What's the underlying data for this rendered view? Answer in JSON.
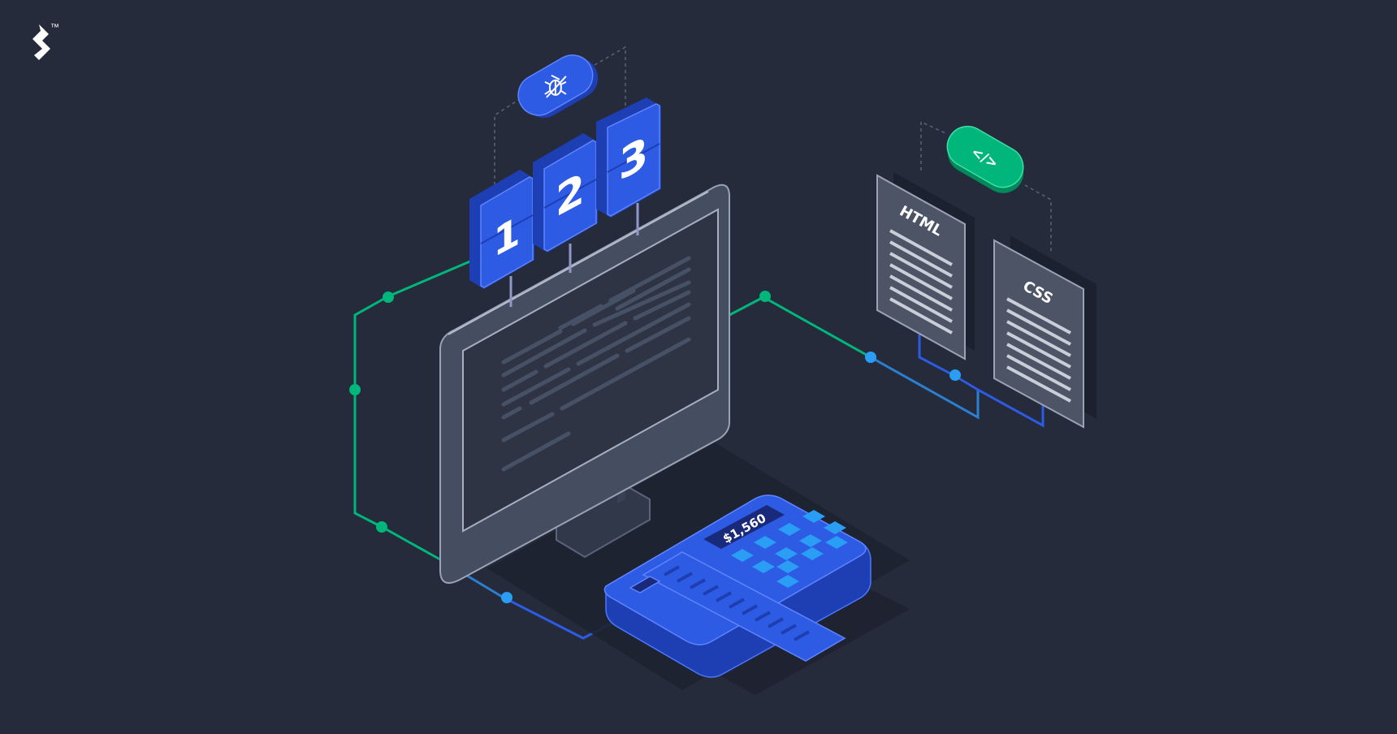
{
  "brand": {
    "logo_icon": "toptal-logo-icon",
    "trademark": "™"
  },
  "colors": {
    "background": "#252b3b",
    "accent_green": "#00b67a",
    "accent_blue": "#2d5be3",
    "accent_light_blue": "#2a9df4",
    "monitor_frame": "#4b5568",
    "screen": "#2f3646",
    "document": "#4c5466"
  },
  "steps": {
    "one": "1",
    "two": "2",
    "three": "3"
  },
  "badges": {
    "bug_icon": "bug-icon",
    "code_icon": "code-icon",
    "code_label": "</>"
  },
  "documents": {
    "html_label": "HTML",
    "css_label": "CSS"
  },
  "terminal": {
    "amount": "$1,560"
  }
}
